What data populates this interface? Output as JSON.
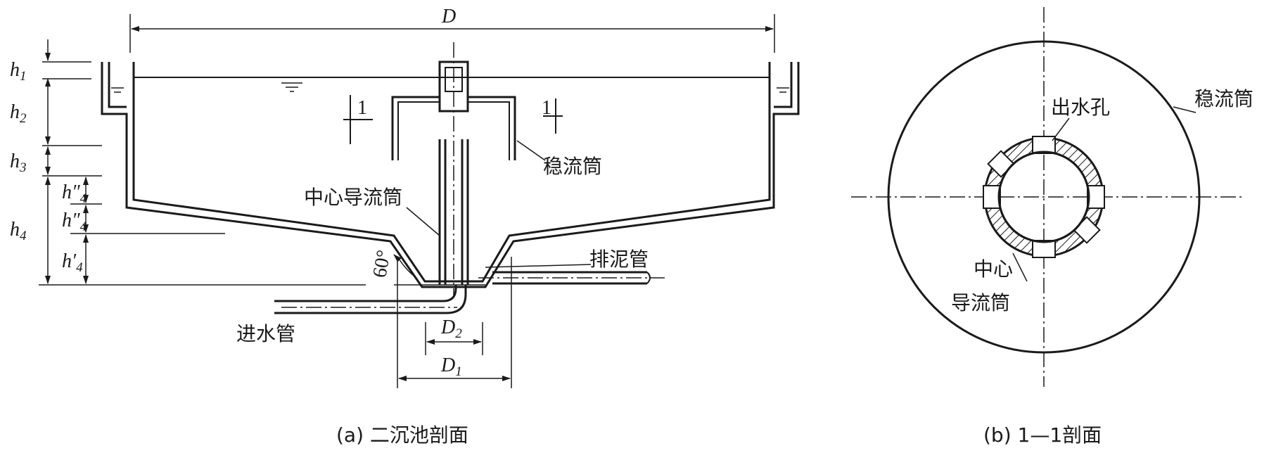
{
  "labels": {
    "D": "D",
    "h1": "h",
    "h1_sub": "1",
    "h2": "h",
    "h2_sub": "2",
    "h3": "h",
    "h3_sub": "3",
    "h4": "h",
    "h4_sub": "4",
    "h4pp": "h″",
    "h4pp_sub": "4",
    "h4p2": "h″",
    "h4p2_sub": "4",
    "h4p": "h′",
    "h4p_sub": "4",
    "angle": "60°",
    "D1": "D",
    "D1_sub": "1",
    "D2": "D",
    "D2_sub": "2",
    "section_left": "1",
    "section_right": "1",
    "baffle": "稳流筒",
    "center_pipe": "中心导流筒",
    "sludge_pipe": "排泥管",
    "inlet_pipe": "进水管",
    "outlet_hole": "出水孔",
    "baffle_b": "稳流筒",
    "center_b_1": "中心",
    "center_b_2": "导流筒",
    "caption_a": "(a) 二沉池剖面",
    "caption_b": "(b) 1—1剖面"
  },
  "colors": {
    "line": "#1a1a1a",
    "background": "#ffffff"
  }
}
